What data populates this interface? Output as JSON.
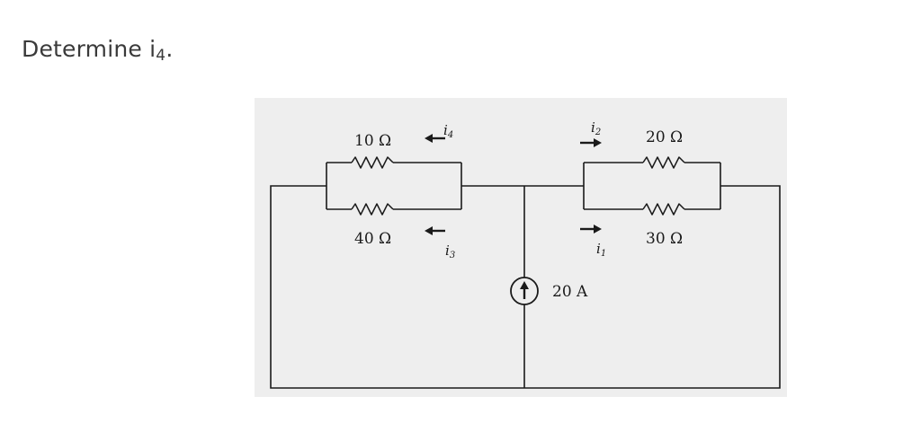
{
  "question": {
    "prefix": "Determine i",
    "subscript": "4",
    "suffix": "."
  },
  "circuit": {
    "resistors": {
      "r10": "10 Ω",
      "r40": "40 Ω",
      "r20": "20 Ω",
      "r30": "30 Ω"
    },
    "currents": {
      "i4": {
        "base": "i",
        "sub": "4"
      },
      "i3": {
        "base": "i",
        "sub": "3"
      },
      "i2": {
        "base": "i",
        "sub": "2"
      },
      "i1": {
        "base": "i",
        "sub": "1"
      }
    },
    "source": "20 A"
  }
}
